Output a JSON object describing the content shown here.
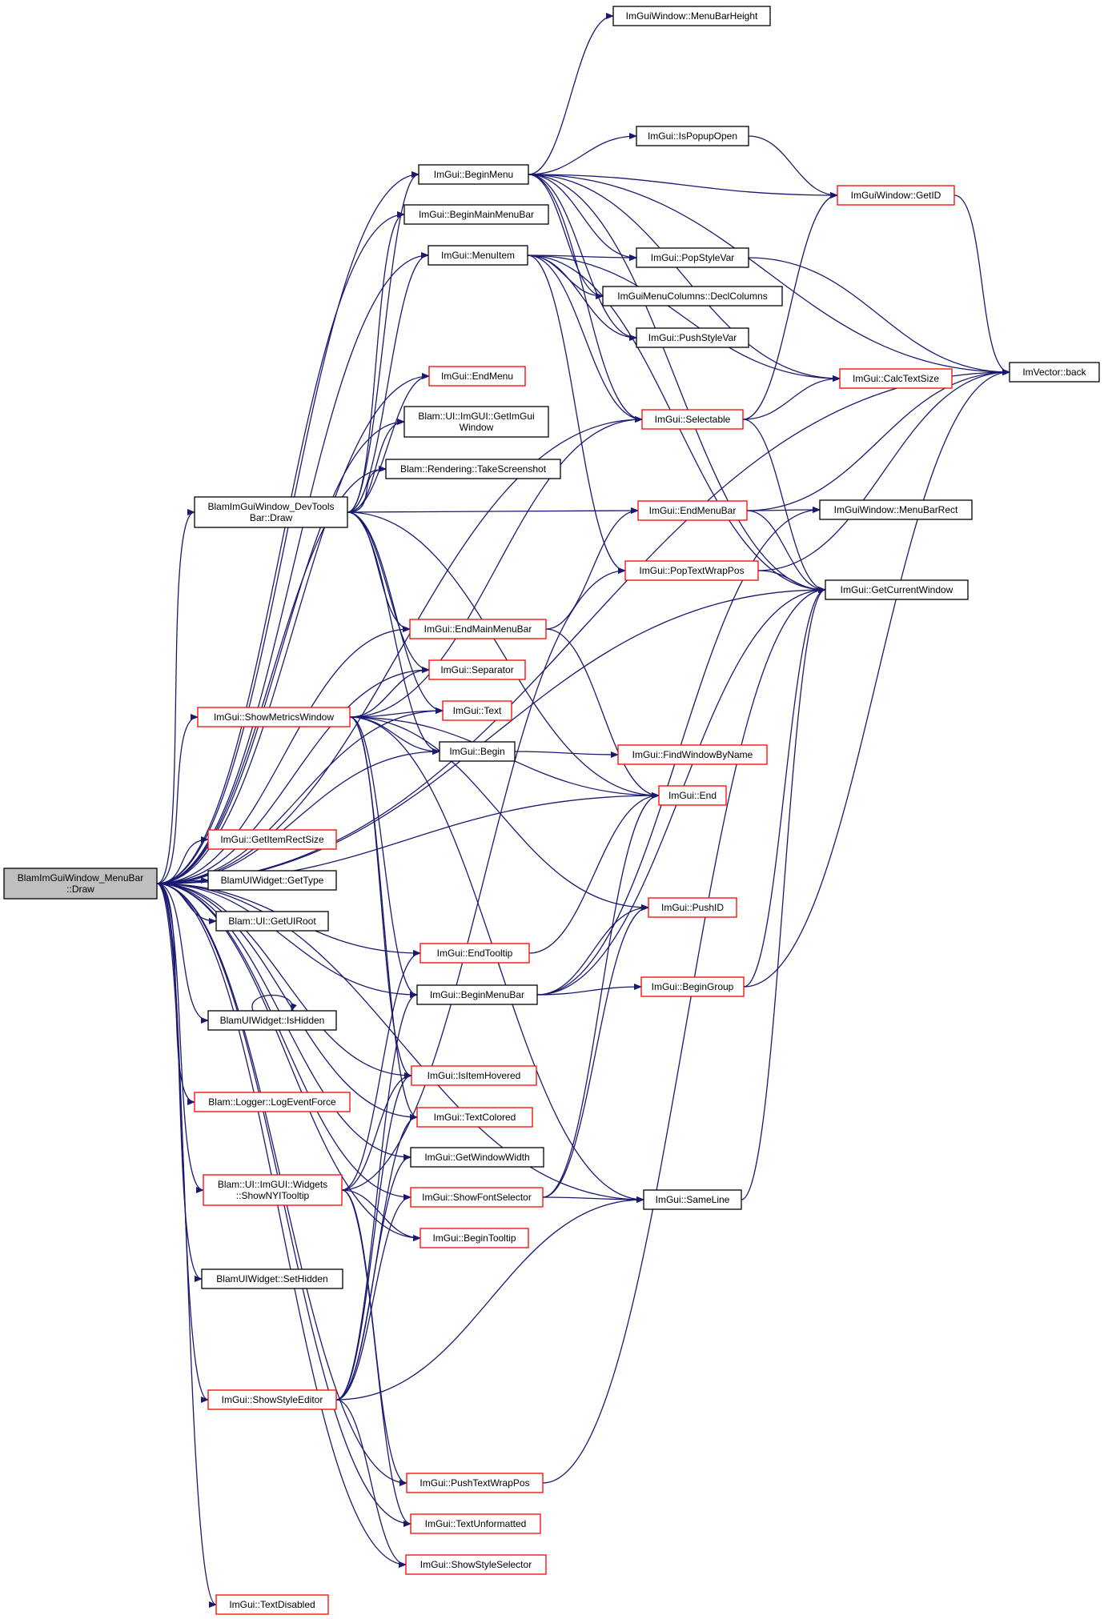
{
  "colors": {
    "edge": "#191970",
    "border_black": "#000000",
    "border_red": "#ff0000",
    "root_fill": "#bfbfbf",
    "node_fill": "#ffffff",
    "background": "#ffffff"
  },
  "nodes": [
    {
      "id": "root",
      "lines": [
        "BlamImGuiWindow_MenuBar",
        "::Draw"
      ],
      "style": "root"
    },
    {
      "id": "devtools",
      "lines": [
        "BlamImGuiWindow_DevTools",
        "Bar::Draw"
      ],
      "style": "black"
    },
    {
      "id": "beginmenu",
      "lines": [
        "ImGui::BeginMenu"
      ],
      "style": "black"
    },
    {
      "id": "beginmainmenubar",
      "lines": [
        "ImGui::BeginMainMenuBar"
      ],
      "style": "black"
    },
    {
      "id": "menuitem",
      "lines": [
        "ImGui::MenuItem"
      ],
      "style": "black"
    },
    {
      "id": "endmenu",
      "lines": [
        "ImGui::EndMenu"
      ],
      "style": "red"
    },
    {
      "id": "getimguiwindow",
      "lines": [
        "Blam::UI::ImGUI::GetImGui",
        "Window"
      ],
      "style": "black"
    },
    {
      "id": "takescreenshot",
      "lines": [
        "Blam::Rendering::TakeScreenshot"
      ],
      "style": "black"
    },
    {
      "id": "endmainmenubar",
      "lines": [
        "ImGui::EndMainMenuBar"
      ],
      "style": "red"
    },
    {
      "id": "separator",
      "lines": [
        "ImGui::Separator"
      ],
      "style": "red"
    },
    {
      "id": "text",
      "lines": [
        "ImGui::Text"
      ],
      "style": "red"
    },
    {
      "id": "begin",
      "lines": [
        "ImGui::Begin"
      ],
      "style": "black"
    },
    {
      "id": "showmetrics",
      "lines": [
        "ImGui::ShowMetricsWindow"
      ],
      "style": "red"
    },
    {
      "id": "getitemrectsize",
      "lines": [
        "ImGui::GetItemRectSize"
      ],
      "style": "red"
    },
    {
      "id": "gettype",
      "lines": [
        "BlamUIWidget::GetType"
      ],
      "style": "black"
    },
    {
      "id": "getuiroot",
      "lines": [
        "Blam::UI::GetUIRoot"
      ],
      "style": "black"
    },
    {
      "id": "ishidden",
      "lines": [
        "BlamUIWidget::IsHidden"
      ],
      "style": "black"
    },
    {
      "id": "logeventforce",
      "lines": [
        "Blam::Logger::LogEventForce"
      ],
      "style": "red"
    },
    {
      "id": "shownyi",
      "lines": [
        "Blam::UI::ImGUI::Widgets",
        "::ShowNYITooltip"
      ],
      "style": "red"
    },
    {
      "id": "sethidden",
      "lines": [
        "BlamUIWidget::SetHidden"
      ],
      "style": "black"
    },
    {
      "id": "showstyleeditor",
      "lines": [
        "ImGui::ShowStyleEditor"
      ],
      "style": "red"
    },
    {
      "id": "textdisabled",
      "lines": [
        "ImGui::TextDisabled"
      ],
      "style": "red"
    },
    {
      "id": "endtooltip",
      "lines": [
        "ImGui::EndTooltip"
      ],
      "style": "red"
    },
    {
      "id": "beginmenubar",
      "lines": [
        "ImGui::BeginMenuBar"
      ],
      "style": "black"
    },
    {
      "id": "isitemhovered",
      "lines": [
        "ImGui::IsItemHovered"
      ],
      "style": "red"
    },
    {
      "id": "textcolored",
      "lines": [
        "ImGui::TextColored"
      ],
      "style": "red"
    },
    {
      "id": "getwindowwidth",
      "lines": [
        "ImGui::GetWindowWidth"
      ],
      "style": "black"
    },
    {
      "id": "showfontselector",
      "lines": [
        "ImGui::ShowFontSelector"
      ],
      "style": "red"
    },
    {
      "id": "begintooltip",
      "lines": [
        "ImGui::BeginTooltip"
      ],
      "style": "red"
    },
    {
      "id": "pushtextwrappos",
      "lines": [
        "ImGui::PushTextWrapPos"
      ],
      "style": "red"
    },
    {
      "id": "textunformatted",
      "lines": [
        "ImGui::TextUnformatted"
      ],
      "style": "red"
    },
    {
      "id": "showstyleselector",
      "lines": [
        "ImGui::ShowStyleSelector"
      ],
      "style": "red"
    },
    {
      "id": "menubarheight",
      "lines": [
        "ImGuiWindow::MenuBarHeight"
      ],
      "style": "black"
    },
    {
      "id": "ispopupopen",
      "lines": [
        "ImGui::IsPopupOpen"
      ],
      "style": "black"
    },
    {
      "id": "popstylevar",
      "lines": [
        "ImGui::PopStyleVar"
      ],
      "style": "black"
    },
    {
      "id": "declcolumns",
      "lines": [
        "ImGuiMenuColumns::DeclColumns"
      ],
      "style": "black"
    },
    {
      "id": "pushstylevar",
      "lines": [
        "ImGui::PushStyleVar"
      ],
      "style": "black"
    },
    {
      "id": "selectable",
      "lines": [
        "ImGui::Selectable"
      ],
      "style": "red"
    },
    {
      "id": "endmenubar",
      "lines": [
        "ImGui::EndMenuBar"
      ],
      "style": "red"
    },
    {
      "id": "poptextwrappos",
      "lines": [
        "ImGui::PopTextWrapPos"
      ],
      "style": "red"
    },
    {
      "id": "findwindowbyname",
      "lines": [
        "ImGui::FindWindowByName"
      ],
      "style": "red"
    },
    {
      "id": "end",
      "lines": [
        "ImGui::End"
      ],
      "style": "red"
    },
    {
      "id": "pushid",
      "lines": [
        "ImGui::PushID"
      ],
      "style": "red"
    },
    {
      "id": "begingroup",
      "lines": [
        "ImGui::BeginGroup"
      ],
      "style": "red"
    },
    {
      "id": "sameline",
      "lines": [
        "ImGui::SameLine"
      ],
      "style": "black"
    },
    {
      "id": "getid",
      "lines": [
        "ImGuiWindow::GetID"
      ],
      "style": "red"
    },
    {
      "id": "calctextsize",
      "lines": [
        "ImGui::CalcTextSize"
      ],
      "style": "red"
    },
    {
      "id": "menubarrect",
      "lines": [
        "ImGuiWindow::MenuBarRect"
      ],
      "style": "black"
    },
    {
      "id": "getcurrentwindow",
      "lines": [
        "ImGui::GetCurrentWindow"
      ],
      "style": "black"
    },
    {
      "id": "imvectorback",
      "lines": [
        "ImVector::back"
      ],
      "style": "black"
    }
  ],
  "edges": [
    [
      "root",
      "devtools"
    ],
    [
      "root",
      "beginmenu"
    ],
    [
      "root",
      "beginmainmenubar"
    ],
    [
      "root",
      "menuitem"
    ],
    [
      "root",
      "endmenu"
    ],
    [
      "root",
      "getimguiwindow"
    ],
    [
      "root",
      "takescreenshot"
    ],
    [
      "root",
      "endmainmenubar"
    ],
    [
      "root",
      "separator"
    ],
    [
      "root",
      "text"
    ],
    [
      "root",
      "begin"
    ],
    [
      "root",
      "showmetrics"
    ],
    [
      "root",
      "getitemrectsize"
    ],
    [
      "root",
      "gettype"
    ],
    [
      "root",
      "getuiroot"
    ],
    [
      "root",
      "ishidden"
    ],
    [
      "root",
      "logeventforce"
    ],
    [
      "root",
      "shownyi"
    ],
    [
      "root",
      "sethidden"
    ],
    [
      "root",
      "showstyleeditor"
    ],
    [
      "root",
      "textdisabled"
    ],
    [
      "root",
      "endtooltip"
    ],
    [
      "root",
      "beginmenubar"
    ],
    [
      "root",
      "isitemhovered"
    ],
    [
      "root",
      "textcolored"
    ],
    [
      "root",
      "getwindowwidth"
    ],
    [
      "root",
      "showfontselector"
    ],
    [
      "root",
      "begintooltip"
    ],
    [
      "root",
      "pushtextwrappos"
    ],
    [
      "root",
      "textunformatted"
    ],
    [
      "root",
      "showstyleselector"
    ],
    [
      "root",
      "end"
    ],
    [
      "root",
      "sameline"
    ],
    [
      "root",
      "selectable"
    ],
    [
      "root",
      "getcurrentwindow"
    ],
    [
      "root",
      "imvectorback"
    ],
    [
      "devtools",
      "beginmenu"
    ],
    [
      "devtools",
      "beginmainmenubar"
    ],
    [
      "devtools",
      "menuitem"
    ],
    [
      "devtools",
      "endmenu"
    ],
    [
      "devtools",
      "getimguiwindow"
    ],
    [
      "devtools",
      "takescreenshot"
    ],
    [
      "devtools",
      "endmainmenubar"
    ],
    [
      "devtools",
      "separator"
    ],
    [
      "devtools",
      "text"
    ],
    [
      "devtools",
      "begin"
    ],
    [
      "devtools",
      "end"
    ],
    [
      "devtools",
      "endmenubar"
    ],
    [
      "beginmenu",
      "menubarheight"
    ],
    [
      "beginmenu",
      "ispopupopen"
    ],
    [
      "beginmenu",
      "getid"
    ],
    [
      "beginmenu",
      "popstylevar"
    ],
    [
      "beginmenu",
      "declcolumns"
    ],
    [
      "beginmenu",
      "pushstylevar"
    ],
    [
      "beginmenu",
      "selectable"
    ],
    [
      "beginmenu",
      "calctextsize"
    ],
    [
      "beginmenu",
      "getcurrentwindow"
    ],
    [
      "beginmenu",
      "imvectorback"
    ],
    [
      "menuitem",
      "popstylevar"
    ],
    [
      "menuitem",
      "declcolumns"
    ],
    [
      "menuitem",
      "pushstylevar"
    ],
    [
      "menuitem",
      "selectable"
    ],
    [
      "menuitem",
      "calctextsize"
    ],
    [
      "menuitem",
      "poptextwrappos"
    ],
    [
      "menuitem",
      "getcurrentwindow"
    ],
    [
      "ispopupopen",
      "getid"
    ],
    [
      "popstylevar",
      "imvectorback"
    ],
    [
      "selectable",
      "getid"
    ],
    [
      "selectable",
      "calctextsize"
    ],
    [
      "selectable",
      "getcurrentwindow"
    ],
    [
      "endmenubar",
      "menubarrect"
    ],
    [
      "endmenubar",
      "getcurrentwindow"
    ],
    [
      "endmenubar",
      "imvectorback"
    ],
    [
      "poptextwrappos",
      "getcurrentwindow"
    ],
    [
      "poptextwrappos",
      "imvectorback"
    ],
    [
      "endmainmenubar",
      "endmenubar"
    ],
    [
      "endmainmenubar",
      "end"
    ],
    [
      "begin",
      "findwindowbyname"
    ],
    [
      "showmetrics",
      "separator"
    ],
    [
      "showmetrics",
      "text"
    ],
    [
      "showmetrics",
      "begin"
    ],
    [
      "showmetrics",
      "end"
    ],
    [
      "showmetrics",
      "pushid"
    ],
    [
      "showmetrics",
      "selectable"
    ],
    [
      "showmetrics",
      "beginmenubar"
    ],
    [
      "showmetrics",
      "isitemhovered"
    ],
    [
      "showmetrics",
      "textcolored"
    ],
    [
      "showmetrics",
      "sameline"
    ],
    [
      "endtooltip",
      "end"
    ],
    [
      "beginmenubar",
      "pushid"
    ],
    [
      "beginmenubar",
      "begingroup"
    ],
    [
      "beginmenubar",
      "getcurrentwindow"
    ],
    [
      "beginmenubar",
      "menubarrect"
    ],
    [
      "begingroup",
      "getcurrentwindow"
    ],
    [
      "begingroup",
      "imvectorback"
    ],
    [
      "sameline",
      "getcurrentwindow"
    ],
    [
      "getid",
      "imvectorback"
    ],
    [
      "showfontselector",
      "sameline"
    ],
    [
      "showfontselector",
      "pushid"
    ],
    [
      "showfontselector",
      "end"
    ],
    [
      "shownyi",
      "isitemhovered"
    ],
    [
      "shownyi",
      "begintooltip"
    ],
    [
      "shownyi",
      "pushtextwrappos"
    ],
    [
      "shownyi",
      "textunformatted"
    ],
    [
      "shownyi",
      "poptextwrappos"
    ],
    [
      "shownyi",
      "endtooltip"
    ],
    [
      "showstyleeditor",
      "sameline"
    ],
    [
      "showstyleeditor",
      "showfontselector"
    ],
    [
      "showstyleeditor",
      "showstyleselector"
    ],
    [
      "showstyleeditor",
      "textcolored"
    ],
    [
      "showstyleeditor",
      "getwindowwidth"
    ],
    [
      "showstyleeditor",
      "isitemhovered"
    ],
    [
      "showstyleeditor",
      "beginmenubar"
    ],
    [
      "pushtextwrappos",
      "getcurrentwindow"
    ],
    [
      "ishidden",
      "ishidden"
    ]
  ]
}
